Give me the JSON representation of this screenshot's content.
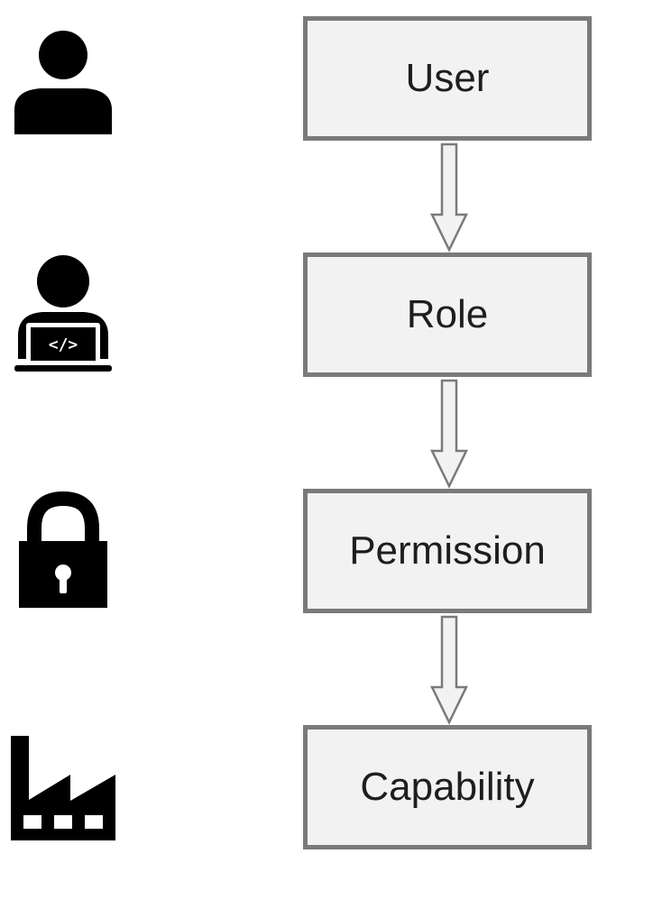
{
  "diagram": {
    "nodes": [
      {
        "id": "user",
        "label": "User",
        "icon": "user-icon"
      },
      {
        "id": "role",
        "label": "Role",
        "icon": "developer-icon"
      },
      {
        "id": "permission",
        "label": "Permission",
        "icon": "lock-icon"
      },
      {
        "id": "capability",
        "label": "Capability",
        "icon": "factory-icon"
      }
    ],
    "edges": [
      {
        "from": "user",
        "to": "role"
      },
      {
        "from": "role",
        "to": "permission"
      },
      {
        "from": "permission",
        "to": "capability"
      }
    ]
  },
  "colors": {
    "node_fill": "#f2f2f2",
    "node_border": "#7a7a7a",
    "arrow_fill": "#f2f2f2",
    "arrow_stroke": "#7a7a7a",
    "icon_fill": "#000000",
    "text": "#1e1e1e"
  }
}
